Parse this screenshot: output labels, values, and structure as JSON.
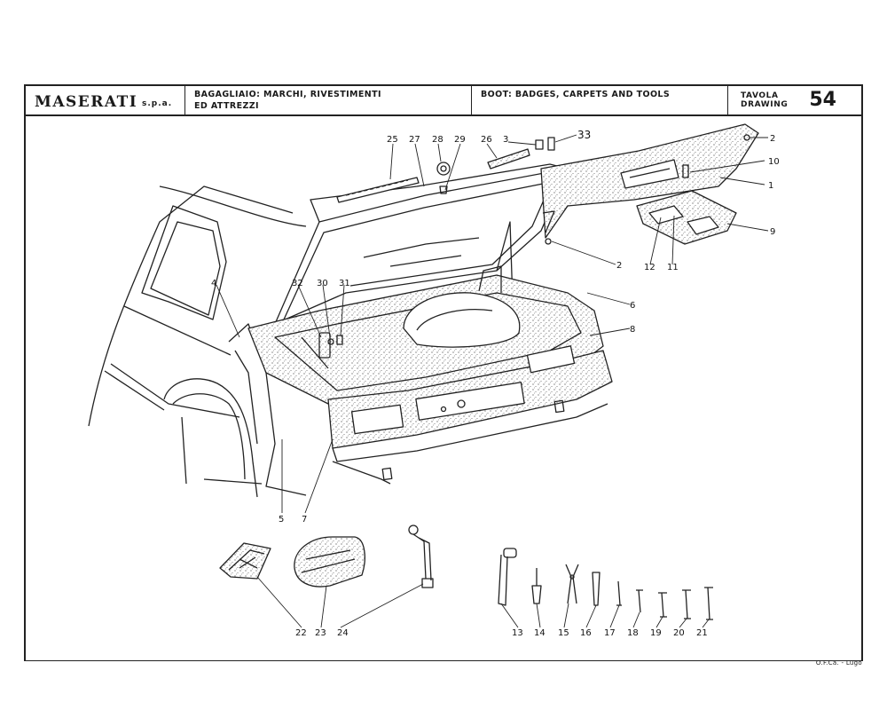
{
  "header": {
    "brand": "MASERATI",
    "brand_suffix": "s.p.a.",
    "title_it_line1": "BAGAGLIAIO: MARCHI, RIVESTIMENTI",
    "title_it_line2": "ED ATTREZZI",
    "title_en": "BOOT: BADGES, CARPETS AND TOOLS",
    "tavola_label": "TAVOLA",
    "drawing_label": "DRAWING",
    "drawing_number": "54"
  },
  "callouts": {
    "n1": "1",
    "n2a": "2",
    "n2b": "2",
    "n3": "3",
    "n4": "4",
    "n5": "5",
    "n6": "6",
    "n7": "7",
    "n8": "8",
    "n9": "9",
    "n10": "10",
    "n11": "11",
    "n12": "12",
    "n13": "13",
    "n14": "14",
    "n15": "15",
    "n16": "16",
    "n17": "17",
    "n18": "18",
    "n19": "19",
    "n20": "20",
    "n21": "21",
    "n22": "22",
    "n23": "23",
    "n24": "24",
    "n25": "25",
    "n26": "26",
    "n27": "27",
    "n28": "28",
    "n29": "29",
    "n30": "30",
    "n31": "31",
    "n32": "32",
    "n33": "33"
  },
  "footer": {
    "printer": "O.F.Ca. - Lugo"
  }
}
